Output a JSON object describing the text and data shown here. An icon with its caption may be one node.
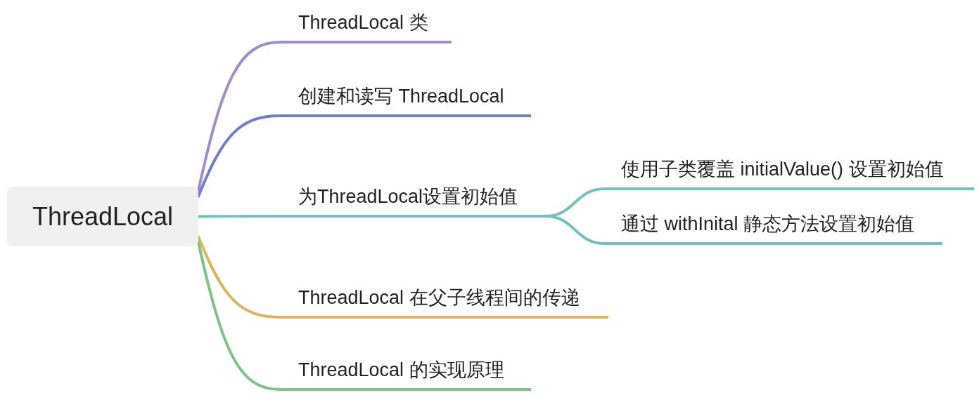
{
  "diagram": {
    "nodes": [
      {
        "text": [
          "ThreadLocal"
        ]
      },
      {
        "text": [
          "ThreadLocal 类"
        ]
      },
      {
        "text": [
          "创建和读写 ThreadLocal"
        ]
      },
      {
        "text": [
          "为ThreadLocal设置初始值"
        ]
      },
      {
        "text": [
          "使用子类覆盖 initialValue() 设置初始值"
        ]
      },
      {
        "text": [
          "通过 withInital 静态方法设置初始值"
        ]
      },
      {
        "text": [
          "ThreadLocal 在父子线程间的传递"
        ]
      },
      {
        "text": [
          "ThreadLocal 的实现原理"
        ]
      }
    ],
    "edges": [
      {
        "from": 0,
        "to": 1,
        "arrow": "none",
        "color": "#a08bd4"
      },
      {
        "from": 0,
        "to": 2,
        "arrow": "none",
        "color": "#6e80c8"
      },
      {
        "from": 0,
        "to": 3,
        "arrow": "none",
        "color": "#72c2bf"
      },
      {
        "from": 3,
        "to": 4,
        "arrow": "none",
        "color": "#72c2bf"
      },
      {
        "from": 3,
        "to": 5,
        "arrow": "none",
        "color": "#72c2bf"
      },
      {
        "from": 0,
        "to": 6,
        "arrow": "none",
        "color": "#ddb45c"
      },
      {
        "from": 0,
        "to": 7,
        "arrow": "none",
        "color": "#7cc484"
      }
    ]
  }
}
